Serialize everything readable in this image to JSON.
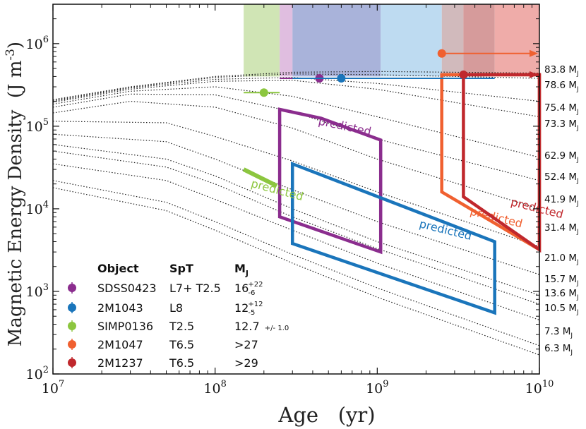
{
  "chart_data": {
    "type": "line",
    "xlabel": "Age   (yr)",
    "ylabel": "Magnetic Energy Density  (J m",
    "ylabel_exp": "-3",
    "ylabel_close": ")",
    "x_scale": "log",
    "y_scale": "log",
    "xlim": [
      10000000,
      10000000000
    ],
    "ylim": [
      100,
      3000000
    ],
    "x_ticks": [
      {
        "value": 10000000,
        "base": "10",
        "exp": "7"
      },
      {
        "value": 100000000,
        "base": "10",
        "exp": "8"
      },
      {
        "value": 1000000000,
        "base": "10",
        "exp": "9"
      },
      {
        "value": 10000000000,
        "base": "10",
        "exp": "10"
      }
    ],
    "y_ticks": [
      {
        "value": 100,
        "base": "10",
        "exp": "2"
      },
      {
        "value": 1000,
        "base": "10",
        "exp": "3"
      },
      {
        "value": 10000,
        "base": "10",
        "exp": "4"
      },
      {
        "value": 100000,
        "base": "10",
        "exp": "5"
      },
      {
        "value": 1000000,
        "base": "10",
        "exp": "6"
      }
    ],
    "grid": false,
    "mass_tracks": [
      {
        "label": "83.8 M",
        "sub": "J",
        "points": [
          [
            10000000,
            210000
          ],
          [
            30000000,
            300000
          ],
          [
            100000000,
            400000
          ],
          [
            300000000,
            450000
          ],
          [
            1000000000,
            460000
          ],
          [
            10000000000,
            440000
          ]
        ]
      },
      {
        "label": "78.6 M",
        "sub": "J",
        "points": [
          [
            10000000,
            205000
          ],
          [
            30000000,
            295000
          ],
          [
            100000000,
            390000
          ],
          [
            300000000,
            430000
          ],
          [
            1000000000,
            420000
          ],
          [
            10000000000,
            380000
          ]
        ]
      },
      {
        "label": "75.4 M",
        "sub": "J",
        "points": [
          [
            10000000,
            200000
          ],
          [
            30000000,
            290000
          ],
          [
            100000000,
            370000
          ],
          [
            300000000,
            390000
          ],
          [
            1000000000,
            330000
          ],
          [
            10000000000,
            200000
          ]
        ]
      },
      {
        "label": "73.3 M",
        "sub": "J",
        "points": [
          [
            10000000,
            195000
          ],
          [
            30000000,
            280000
          ],
          [
            100000000,
            350000
          ],
          [
            300000000,
            360000
          ],
          [
            1000000000,
            280000
          ],
          [
            10000000000,
            130000
          ]
        ]
      },
      {
        "label": "62.9 M",
        "sub": "J",
        "points": [
          [
            10000000,
            185000
          ],
          [
            30000000,
            265000
          ],
          [
            100000000,
            300000
          ],
          [
            300000000,
            230000
          ],
          [
            1000000000,
            130000
          ],
          [
            10000000000,
            42000
          ]
        ]
      },
      {
        "label": "52.4 M",
        "sub": "J",
        "points": [
          [
            10000000,
            170000
          ],
          [
            30000000,
            245000
          ],
          [
            100000000,
            240000
          ],
          [
            300000000,
            150000
          ],
          [
            1000000000,
            70000
          ],
          [
            10000000000,
            22000
          ]
        ]
      },
      {
        "label": "41.9 M",
        "sub": "J",
        "points": [
          [
            10000000,
            145000
          ],
          [
            30000000,
            200000
          ],
          [
            100000000,
            170000
          ],
          [
            300000000,
            95000
          ],
          [
            1000000000,
            40000
          ],
          [
            10000000000,
            10000
          ]
        ]
      },
      {
        "label": "31.4 M",
        "sub": "J",
        "points": [
          [
            10000000,
            115000
          ],
          [
            50000000,
            110000
          ],
          [
            100000000,
            75000
          ],
          [
            300000000,
            38000
          ],
          [
            1000000000,
            16000
          ],
          [
            10000000000,
            3500
          ]
        ]
      },
      {
        "label": "21.0 M",
        "sub": "J",
        "points": [
          [
            10000000,
            80000
          ],
          [
            50000000,
            65000
          ],
          [
            100000000,
            40000
          ],
          [
            300000000,
            17000
          ],
          [
            1000000000,
            7000
          ],
          [
            10000000000,
            1600
          ]
        ]
      },
      {
        "label": "15.7 M",
        "sub": "J",
        "points": [
          [
            10000000,
            60000
          ],
          [
            50000000,
            40000
          ],
          [
            100000000,
            25000
          ],
          [
            300000000,
            10000
          ],
          [
            1000000000,
            4000
          ],
          [
            10000000000,
            900
          ]
        ]
      },
      {
        "label": "13.6 M",
        "sub": "J",
        "points": [
          [
            10000000,
            50000
          ],
          [
            50000000,
            32000
          ],
          [
            100000000,
            20000
          ],
          [
            300000000,
            8000
          ],
          [
            1000000000,
            3300
          ],
          [
            10000000000,
            700
          ]
        ]
      },
      {
        "label": "10.5 M",
        "sub": "J",
        "points": [
          [
            10000000,
            35000
          ],
          [
            50000000,
            22000
          ],
          [
            100000000,
            13000
          ],
          [
            300000000,
            5500
          ],
          [
            1000000000,
            2200
          ],
          [
            10000000000,
            450
          ]
        ]
      },
      {
        "label": "7.3 M",
        "sub": "J",
        "points": [
          [
            10000000,
            22000
          ],
          [
            50000000,
            12000
          ],
          [
            100000000,
            7000
          ],
          [
            300000000,
            2800
          ],
          [
            1000000000,
            1100
          ],
          [
            10000000000,
            220
          ]
        ]
      },
      {
        "label": "6.3 M",
        "sub": "J",
        "points": [
          [
            10000000,
            18000
          ],
          [
            50000000,
            9500
          ],
          [
            100000000,
            5500
          ],
          [
            300000000,
            2200
          ],
          [
            1000000000,
            850
          ],
          [
            10000000000,
            170
          ]
        ]
      }
    ],
    "shaded_ranges": [
      {
        "x": [
          150000000,
          250000000
        ],
        "color": "#c8e0a8"
      },
      {
        "x": [
          250000000,
          300000000
        ],
        "color": "#dbb3db"
      },
      {
        "x": [
          300000000,
          1050000000
        ],
        "color": "#9aa6d4"
      },
      {
        "x": [
          1050000000,
          2500000000
        ],
        "color": "#b3d5ee"
      },
      {
        "x": [
          2500000000,
          3400000000
        ],
        "color": "#c9aeb0"
      },
      {
        "x": [
          3400000000,
          5300000000
        ],
        "color": "#cf8a8a"
      },
      {
        "x": [
          5300000000,
          10000000000
        ],
        "color": "#ec9e9a"
      }
    ],
    "predicted_boxes": [
      {
        "color": "#8b2d8e",
        "label": "predicted",
        "label_at": [
          430000000,
          105000
        ],
        "label_angle": 12,
        "points": [
          [
            250000000,
            160000
          ],
          [
            450000000,
            125000
          ],
          [
            1050000000,
            68000
          ],
          [
            1050000000,
            3000
          ],
          [
            250000000,
            8000
          ]
        ]
      },
      {
        "color": "#1a75bb",
        "label": "predicted",
        "label_at": [
          1800000000,
          6000
        ],
        "label_angle": 14,
        "points": [
          [
            300000000,
            35000
          ],
          [
            5300000000,
            4000
          ],
          [
            5300000000,
            550
          ],
          [
            300000000,
            3800
          ]
        ]
      },
      {
        "color": "#f06030",
        "label": "predicted",
        "label_at": [
          3700000000,
          8500
        ],
        "label_angle": 14,
        "points": [
          [
            2500000000,
            420000
          ],
          [
            10000000000,
            420000
          ],
          [
            10000000000,
            3200
          ],
          [
            2500000000,
            16000
          ]
        ]
      },
      {
        "color": "#c0282d",
        "label": "predicted",
        "label_at": [
          6600000000,
          11000
        ],
        "label_angle": 14,
        "points": [
          [
            3400000000,
            420000
          ],
          [
            10000000000,
            420000
          ],
          [
            10000000000,
            3200
          ],
          [
            3400000000,
            14000
          ]
        ]
      }
    ],
    "predicted_lines": [
      {
        "color": "#8cc63f",
        "label": "predicted",
        "label_at": [
          165000000,
          18500
        ],
        "label_angle": 15,
        "points": [
          [
            150000000,
            30000
          ],
          [
            240000000,
            19000
          ]
        ]
      }
    ],
    "measurements": [
      {
        "name": "SDSS0423",
        "color": "#8b2d8e",
        "x": 440000000,
        "y": 380000,
        "hline": [
          250000000,
          1050000000
        ]
      },
      {
        "name": "2M1043",
        "color": "#1a75bb",
        "x": 600000000,
        "y": 380000,
        "hline": [
          300000000,
          5300000000
        ]
      },
      {
        "name": "SIMP0136",
        "color": "#8cc63f",
        "x": 200000000,
        "y": 255000,
        "hline": [
          150000000,
          250000000
        ]
      },
      {
        "name": "2M1047",
        "color": "#f06030",
        "x": 2500000000,
        "y": 760000,
        "arrow_to": 10000000000
      },
      {
        "name": "2M1237",
        "color": "#c0282d",
        "x": 3400000000,
        "y": 420000,
        "arrow_to": 10000000000
      }
    ],
    "legend": {
      "header": {
        "object": "Object",
        "spt": "SpT",
        "mass": "M",
        "mass_sub": "J"
      },
      "rows": [
        {
          "object": "SDSS0423",
          "spt": "L7+ T2.5",
          "mass": "16",
          "sup": "+22",
          "sub": "-6",
          "color": "#8b2d8e"
        },
        {
          "object": "2M1043",
          "spt": "L8",
          "mass": "12",
          "sup": "+12",
          "sub": "-5",
          "color": "#1a75bb"
        },
        {
          "object": "SIMP0136",
          "spt": "T2.5",
          "mass": "12.7",
          "pm": "+/- 1.0",
          "color": "#8cc63f"
        },
        {
          "object": "2M1047",
          "spt": "T6.5",
          "mass": ">27",
          "color": "#f06030"
        },
        {
          "object": "2M1237",
          "spt": "T6.5",
          "mass": ">29",
          "color": "#c0282d"
        }
      ]
    }
  }
}
